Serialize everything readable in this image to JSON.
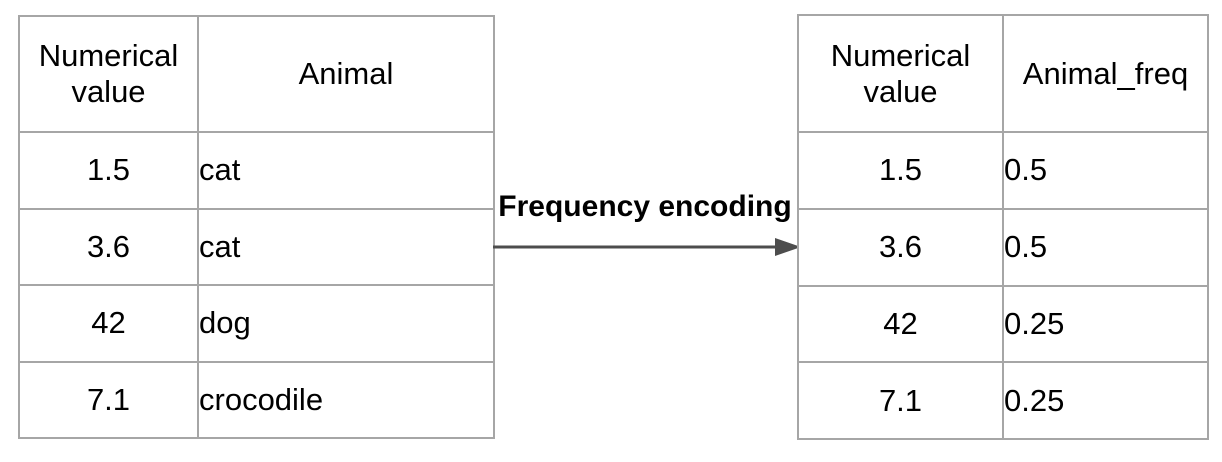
{
  "diagram": {
    "label": "Frequency encoding",
    "colors": {
      "border": "#a6a6a6",
      "arrow": "#4d4d4d",
      "text": "#000000",
      "background": "#ffffff"
    }
  },
  "left_table": {
    "headers": [
      "Numerical value",
      "Animal"
    ],
    "rows": [
      [
        "1.5",
        "cat"
      ],
      [
        "3.6",
        "cat"
      ],
      [
        "42",
        "dog"
      ],
      [
        "7.1",
        "crocodile"
      ]
    ]
  },
  "right_table": {
    "headers": [
      "Numerical value",
      "Animal_freq"
    ],
    "rows": [
      [
        "1.5",
        "0.5"
      ],
      [
        "3.6",
        "0.5"
      ],
      [
        "42",
        "0.25"
      ],
      [
        "7.1",
        "0.25"
      ]
    ]
  }
}
